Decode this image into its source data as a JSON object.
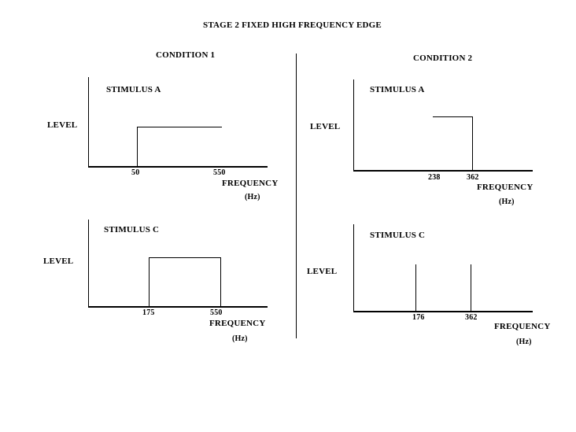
{
  "title": "STAGE 2  FIXED  HIGH FREQUENCY EDGE",
  "condition1": {
    "label": "CONDITION 1",
    "panel_top": {
      "stimulus": "STIMULUS A",
      "ylabel": "LEVEL",
      "xlabel": "FREQUENCY",
      "unit": "(Hz)",
      "ticks": [
        "50",
        "550"
      ]
    },
    "panel_bottom": {
      "stimulus": "STIMULUS  C",
      "ylabel": "LEVEL",
      "xlabel": "FREQUENCY",
      "unit": "(Hz)",
      "ticks": [
        "175",
        "550"
      ]
    }
  },
  "condition2": {
    "label": "CONDITION 2",
    "panel_top": {
      "stimulus": "STIMULUS A",
      "ylabel": "LEVEL",
      "xlabel": "FREQUENCY",
      "unit": "(Hz)",
      "ticks": [
        "238",
        "362"
      ]
    },
    "panel_bottom": {
      "stimulus": "STIMULUS C",
      "ylabel": "LEVEL",
      "xlabel": "FREQUENCY",
      "unit": "(Hz)",
      "ticks": [
        "176",
        "362"
      ]
    }
  }
}
